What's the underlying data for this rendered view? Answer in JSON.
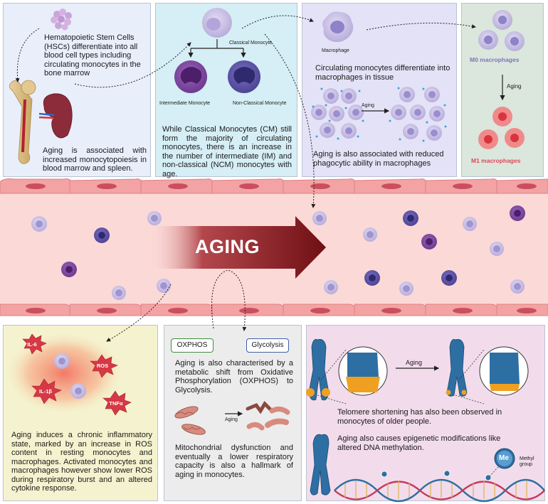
{
  "panels": {
    "hsc": {
      "text_hsc": "Hematopoietic Stem Cells (HSCs) differentiate into all blood cell types including circulating monocytes in the bone marrow",
      "text_aging": "Aging is associated with increased monocytopoiesis in blood marrow and spleen."
    },
    "monocytes": {
      "classical": "Classical Monocyte",
      "intermediate": "Intermediate Monocyte",
      "non_classical": "Non-Classical Monocyte",
      "text": "While Classical Monocytes (CM) still form the majority of circulating monocytes, there is an increase in the number of intermediate (IM) and non-classical (NCM) monocytes with age."
    },
    "macrophage": {
      "label": "Macrophage",
      "text_diff": "Circulating monocytes differentiate into macrophages in tissue",
      "aging": "Aging",
      "text_phago": "Aging is also associated with reduced phagocytic ability in macrophages"
    },
    "polarization": {
      "m0": "M0 macrophages",
      "aging": "Aging",
      "m1": "M1 macrophages"
    },
    "vessel": {
      "title": "AGING"
    },
    "inflammation": {
      "il6": "IL-6",
      "ros": "ROS",
      "il1b": "IL-1β",
      "tnfa": "TNFα",
      "text": "Aging induces a chronic inflammatory state, marked by an increase in ROS content in resting monocytes and macrophages. Activated monocytes and macrophages however show lower ROS during respiratory burst and an altered cytokine response."
    },
    "metabolism": {
      "oxphos": "OXPHOS",
      "glycolysis": "Glycolysis",
      "text_shift": "Aging is also characterised by a metabolic shift from Oxidative Phosphorylation (OXPHOS) to Glycolysis.",
      "aging": "Aging",
      "text_mito": "Mitochondrial dysfunction and eventually a lower respiratory capacity is also a hallmark of aging in monocytes."
    },
    "telomere": {
      "aging": "Aging",
      "text_telomere": "Telomere shortening has also been observed in monocytes of older people.",
      "text_epi": "Aging also causes epigenetic modifications like altered DNA methylation.",
      "me": "Me",
      "methyl_group": "Methyl group"
    }
  },
  "colors": {
    "hsc_bg": "#e9eefb",
    "mono_bg": "#d6eef5",
    "macro_bg": "#e4e2f7",
    "polar_bg": "#dbe6dc",
    "vessel_bg": "#fbd9d6",
    "vessel_wall": "#f3a3a3",
    "infl_bg": "#f5f3cf",
    "meta_bg": "#ececec",
    "telo_bg": "#f2dceb",
    "arrow_dark": "#6f0f14",
    "m0_text": "#7d76b8",
    "m1_text": "#e0495a",
    "burst": "#d63845"
  }
}
